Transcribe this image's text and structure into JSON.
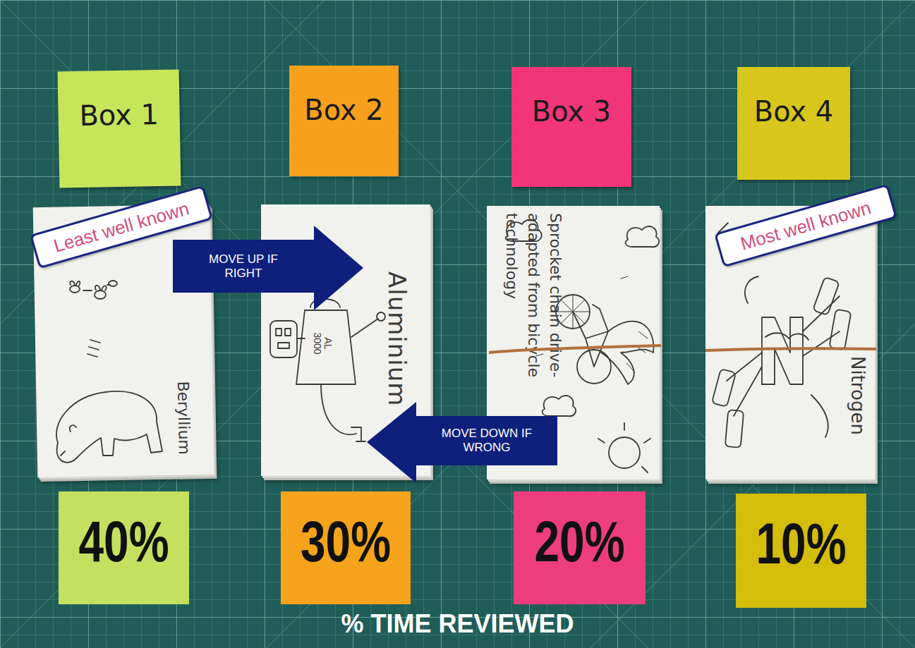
{
  "diagram": {
    "caption": "% TIME REVIEWED",
    "nodes": [
      {
        "text": [
          "Box 1"
        ]
      },
      {
        "text": [
          "Box 2"
        ]
      },
      {
        "text": [
          "Box 3"
        ]
      },
      {
        "text": [
          "Box 4"
        ]
      },
      {
        "text": [
          "Beryllium"
        ]
      },
      {
        "text": [
          "Least well known"
        ]
      },
      {
        "text": [
          "MOVE UP IF RIGHT"
        ]
      },
      {
        "text": [
          "AL 3000",
          "Aluminium"
        ]
      },
      {
        "text": [
          "Sprocket chain drive-adapted from bicycle technology"
        ]
      },
      {
        "text": [
          "Nitrogen"
        ]
      },
      {
        "text": [
          "Most well known"
        ]
      },
      {
        "text": [
          "MOVE DOWN IF WRONG"
        ]
      },
      {
        "text": [
          "40%"
        ]
      },
      {
        "text": [
          "30%"
        ]
      },
      {
        "text": [
          "20%"
        ]
      },
      {
        "text": [
          "10%"
        ]
      }
    ]
  }
}
